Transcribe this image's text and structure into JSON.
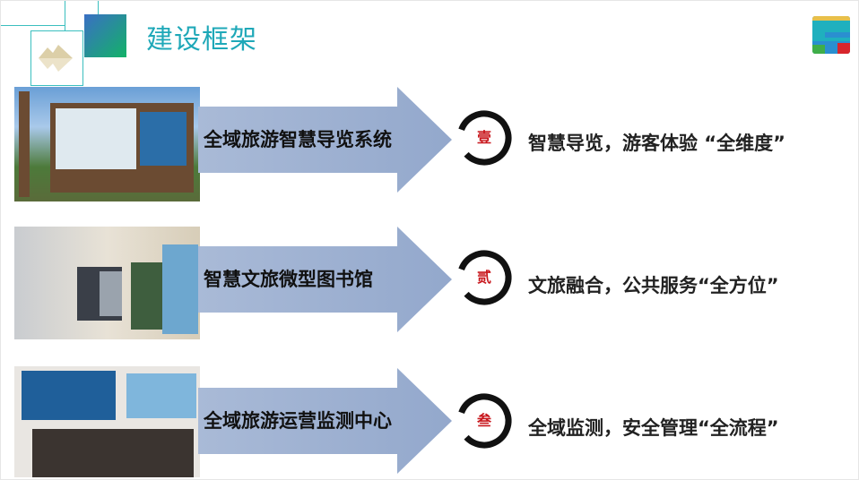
{
  "header": {
    "title": "建设框架"
  },
  "rows": [
    {
      "badge": "壹",
      "system": "全域旅游智慧导览系统",
      "slogan": "智慧导览，游客体验 “全维度”"
    },
    {
      "badge": "贰",
      "system": "智慧文旅微型图书馆",
      "slogan": "文旅融合，公共服务“全方位”"
    },
    {
      "badge": "叁",
      "system": "全域旅游运营监测中心",
      "slogan": "全域监测，安全管理“全流程”"
    }
  ],
  "colors": {
    "title": "#1fa8b8",
    "arrow": "#9fb2d2",
    "badge_text": "#c8171d"
  }
}
